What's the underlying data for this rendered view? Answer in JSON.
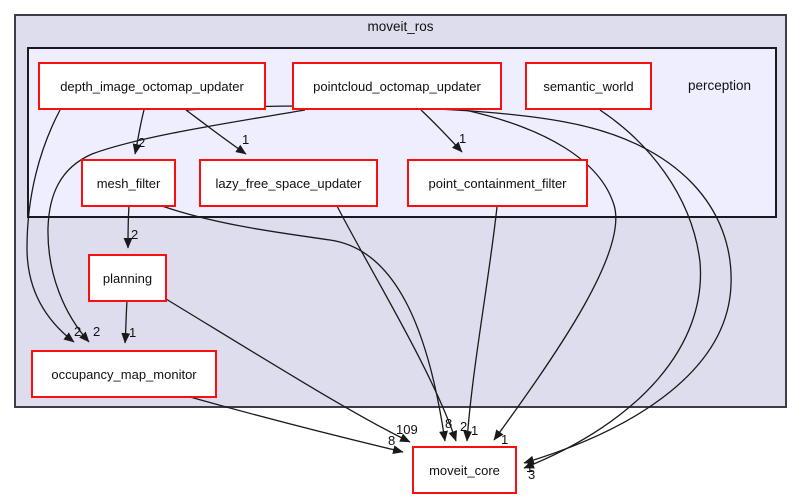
{
  "diagram": {
    "type": "directory-dependency-graph",
    "outer_cluster": {
      "label": "moveit_ros"
    },
    "inner_cluster": {
      "label": "perception"
    },
    "nodes": [
      {
        "id": "depth_image_octomap_updater",
        "label": "depth_image_octomap_updater"
      },
      {
        "id": "pointcloud_octomap_updater",
        "label": "pointcloud_octomap_updater"
      },
      {
        "id": "semantic_world",
        "label": "semantic_world"
      },
      {
        "id": "mesh_filter",
        "label": "mesh_filter"
      },
      {
        "id": "lazy_free_space_updater",
        "label": "lazy_free_space_updater"
      },
      {
        "id": "point_containment_filter",
        "label": "point_containment_filter"
      },
      {
        "id": "planning",
        "label": "planning"
      },
      {
        "id": "occupancy_map_monitor",
        "label": "occupancy_map_monitor"
      },
      {
        "id": "moveit_core",
        "label": "moveit_core"
      }
    ],
    "edges": [
      {
        "from": "depth_image_octomap_updater",
        "to": "mesh_filter",
        "label": "2"
      },
      {
        "from": "depth_image_octomap_updater",
        "to": "lazy_free_space_updater",
        "label": "1"
      },
      {
        "from": "depth_image_octomap_updater",
        "to": "occupancy_map_monitor",
        "label": "2"
      },
      {
        "from": "depth_image_octomap_updater",
        "to": "moveit_core",
        "label": "3"
      },
      {
        "from": "pointcloud_octomap_updater",
        "to": "point_containment_filter",
        "label": "1"
      },
      {
        "from": "pointcloud_octomap_updater",
        "to": "occupancy_map_monitor",
        "label": "2"
      },
      {
        "from": "pointcloud_octomap_updater",
        "to": "moveit_core",
        "label": "1"
      },
      {
        "from": "semantic_world",
        "to": "moveit_core",
        "label": "1"
      },
      {
        "from": "mesh_filter",
        "to": "planning",
        "label": "2"
      },
      {
        "from": "mesh_filter",
        "to": "moveit_core",
        "label": "8"
      },
      {
        "from": "lazy_free_space_updater",
        "to": "moveit_core",
        "label": "2"
      },
      {
        "from": "point_containment_filter",
        "to": "moveit_core",
        "label": "1"
      },
      {
        "from": "planning",
        "to": "occupancy_map_monitor",
        "label": "1"
      },
      {
        "from": "planning",
        "to": "moveit_core",
        "label": "109"
      },
      {
        "from": "occupancy_map_monitor",
        "to": "moveit_core",
        "label": "8"
      }
    ],
    "colors": {
      "outer_cluster_fill": "#ddddee",
      "inner_cluster_fill": "#eeeeff",
      "node_fill": "#ffffff",
      "node_border": "#fb0e0e",
      "edge_stroke": "#1a1a1a",
      "background": "#ffffff"
    }
  }
}
